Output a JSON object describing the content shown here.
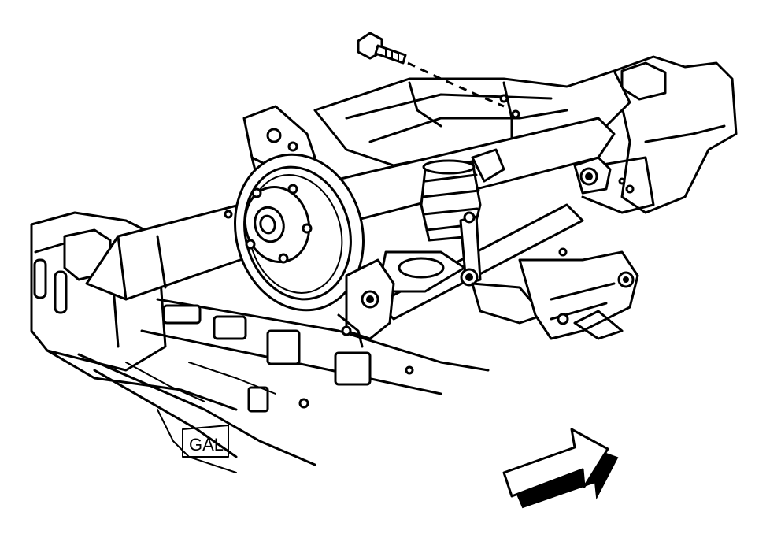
{
  "figure": {
    "style": "black-and-white line drawing",
    "components": [
      "frame-rail",
      "rear-axle-beam",
      "brake-rotor",
      "wheel-hub",
      "air-spring",
      "lower-control-arm",
      "shock-absorber",
      "mounting-bolt",
      "direction-arrow"
    ],
    "illustration_id": "GAL"
  },
  "colors": {
    "line": "#000000",
    "background": "#ffffff"
  }
}
